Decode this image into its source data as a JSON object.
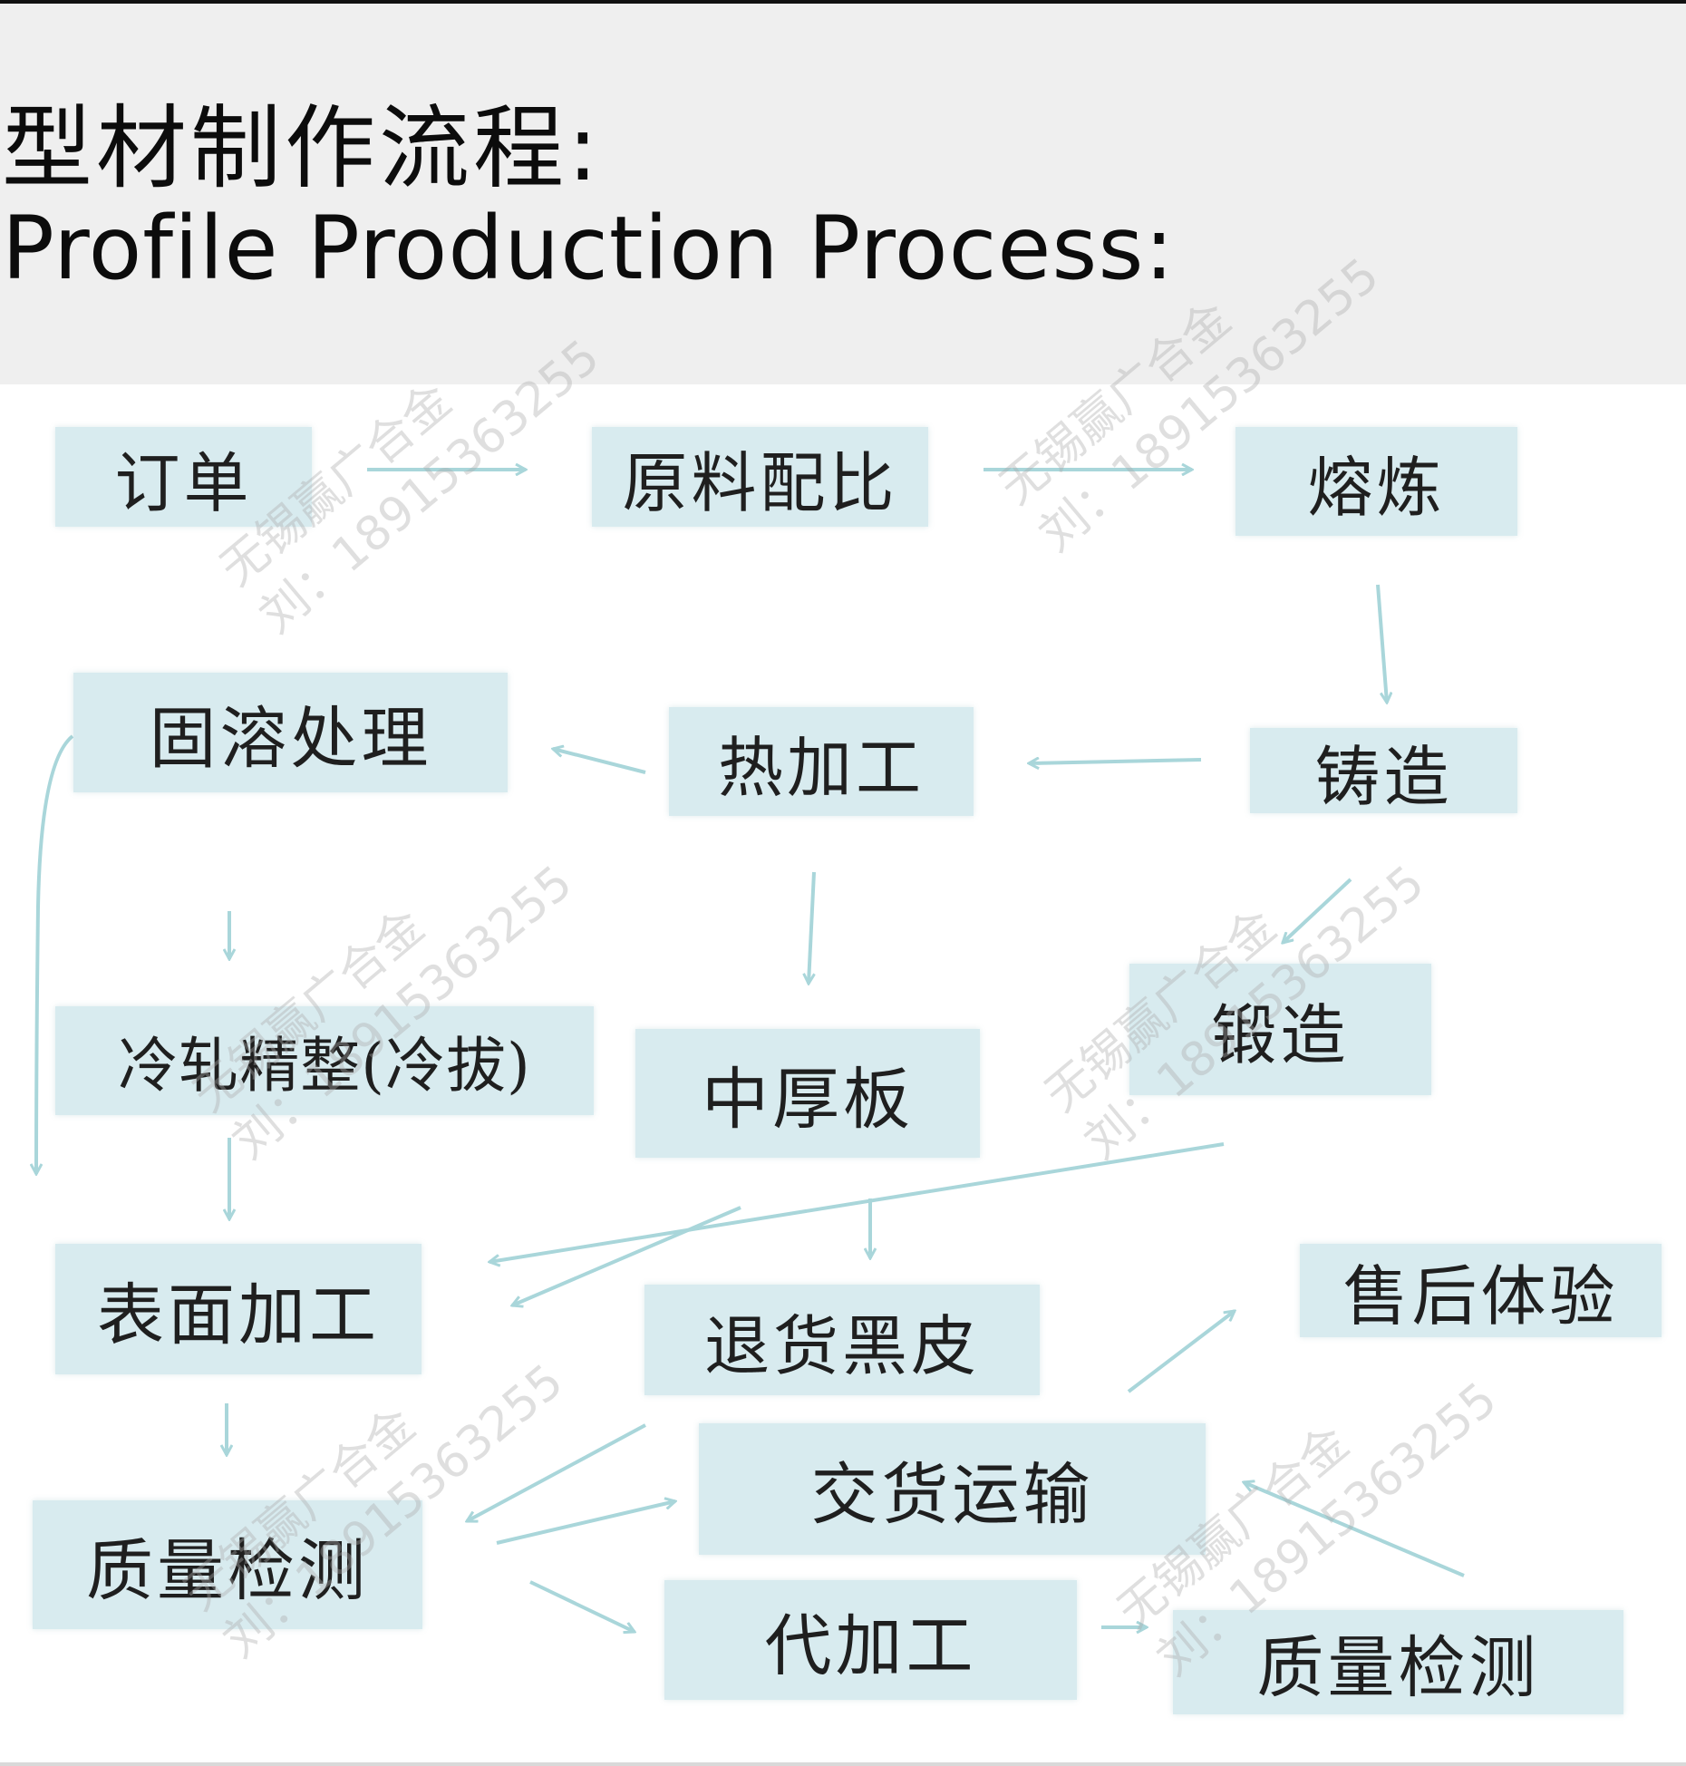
{
  "header": {
    "title_zh": "型材制作流程:",
    "title_en": "Profile Production Process:"
  },
  "nodes": {
    "order": "订单",
    "raw_material_ratio": "原料配比",
    "smelting": "熔炼",
    "casting": "铸造",
    "hot_processing": "热加工",
    "solution_treatment": "固溶处理",
    "forging": "锻造",
    "medium_thick_plate": "中厚板",
    "cold_rolling": "冷轧精整(冷拔)",
    "surface_processing": "表面加工",
    "return_black_skin": "退货黑皮",
    "after_sales": "售后体验",
    "delivery_transport": "交货运输",
    "quality_inspection_left": "质量检测",
    "contract_processing": "代加工",
    "quality_inspection_right": "质量检测"
  },
  "watermark": {
    "company": "无锡赢广合金",
    "contact": "刘：18915363255"
  },
  "colors": {
    "box_fill": "#d8ebef",
    "arrow": "#a9d6da",
    "header_bg": "#efefef"
  }
}
